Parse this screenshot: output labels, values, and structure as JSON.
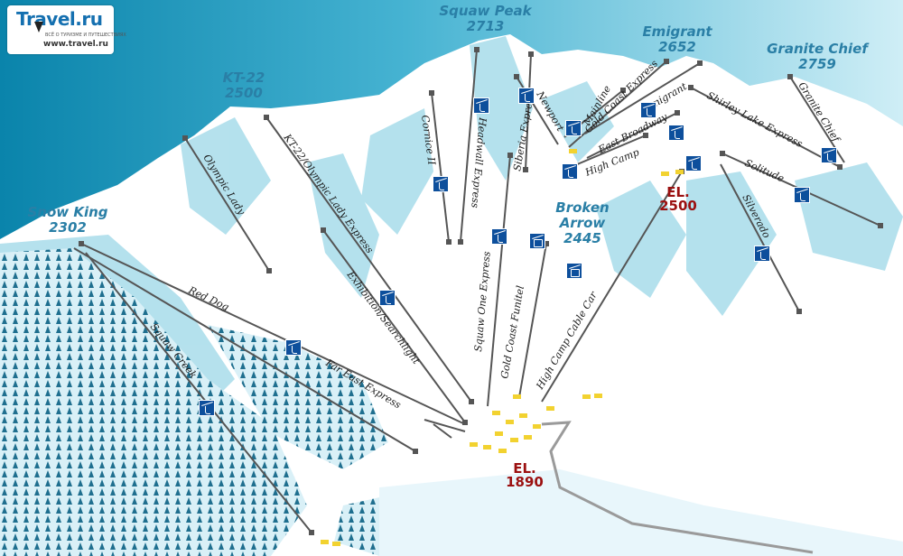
{
  "logo": {
    "brand": "Travel.ru",
    "tagline": "ВСЁ О ТУРИЗМЕ И ПУТЕШЕСТВИЯХ",
    "url": "www.travel.ru"
  },
  "peaks": [
    {
      "name": "Squaw Peak",
      "elevation": "2713"
    },
    {
      "name": "Emigrant",
      "elevation": "2652"
    },
    {
      "name": "Granite Chief",
      "elevation": "2759"
    },
    {
      "name": "KT-22",
      "elevation": "2500"
    },
    {
      "name": "Snow King",
      "elevation": "2302"
    },
    {
      "name": "Broken Arrow",
      "elevation": "2445"
    }
  ],
  "elevations": [
    {
      "label": "EL.",
      "value": "2500"
    },
    {
      "label": "EL.",
      "value": "1890"
    }
  ],
  "lifts": [
    "Cornice II",
    "Headwall Express",
    "Siberia Express",
    "Newport",
    "Mainline",
    "Gold Coast Express",
    "Emigrant",
    "East Broadway",
    "High Camp",
    "Shirley Lake Express",
    "Granite Chief",
    "Solitude",
    "Silverado",
    "Olympic Lady",
    "KT-22/Olympic Lady Express",
    "Exhibition/Searchlight",
    "Red Dog",
    "Far East Express",
    "Squaw Creek",
    "Squaw One Express",
    "Gold Coast Funitel",
    "High Camp Cable Car"
  ],
  "colors": {
    "sky": "#0f8fb3",
    "snow": "#ffffff",
    "shade": "#a8dcea",
    "trees": "#1f6f8f",
    "lift_line": "#555555",
    "peak_label": "#2a7fa6",
    "elevation_label": "#9b1010",
    "lift_icon": "#0d4f9c"
  }
}
